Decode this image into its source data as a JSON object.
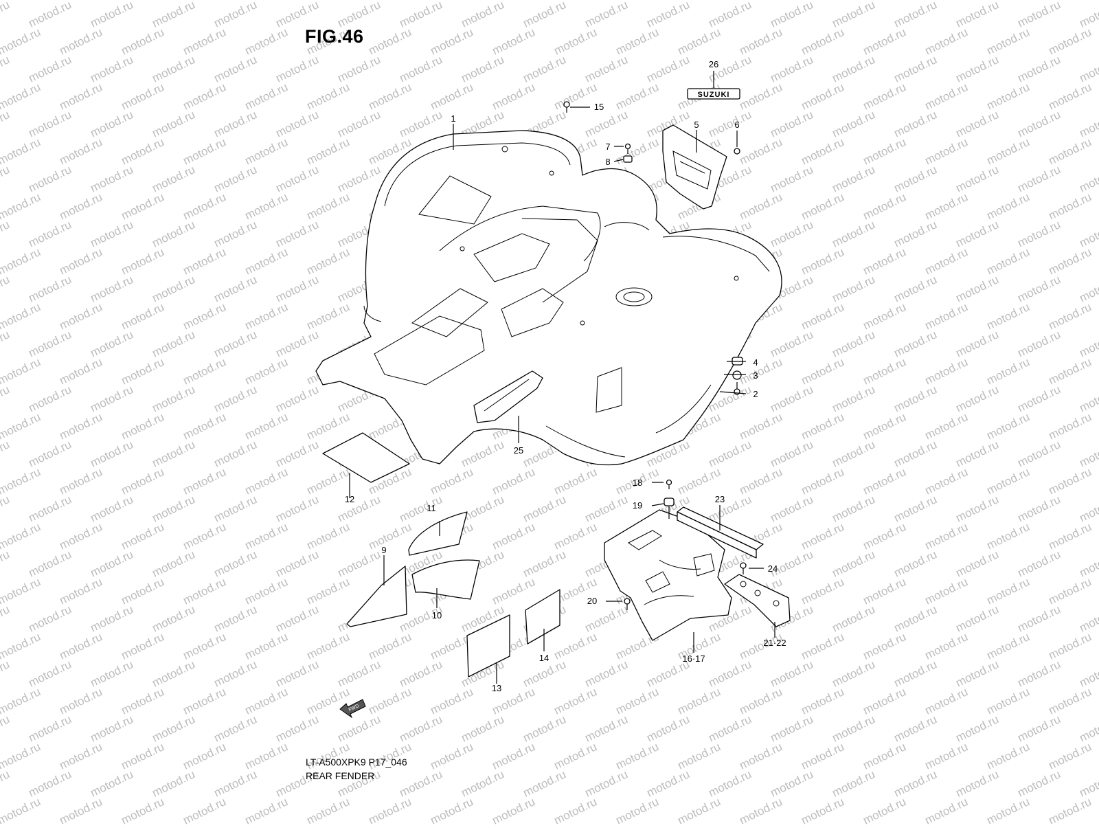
{
  "figure": {
    "title": "FIG.46",
    "code": "LT-A500XPK9 P17_046",
    "name": "REAR FENDER"
  },
  "watermark": "motod.ru",
  "decal_texts": {
    "brand": "SUZUKI",
    "direction": "FWD"
  },
  "callouts": [
    "1",
    "2",
    "3",
    "4",
    "5",
    "6",
    "7",
    "8",
    "9",
    "10",
    "11",
    "12",
    "13",
    "14",
    "15",
    "18",
    "19",
    "20",
    "23",
    "24",
    "25",
    "26",
    "16·17",
    "21·22"
  ],
  "colors": {
    "line": "#000000",
    "background": "#ffffff",
    "watermark": "#bcbcbc"
  }
}
